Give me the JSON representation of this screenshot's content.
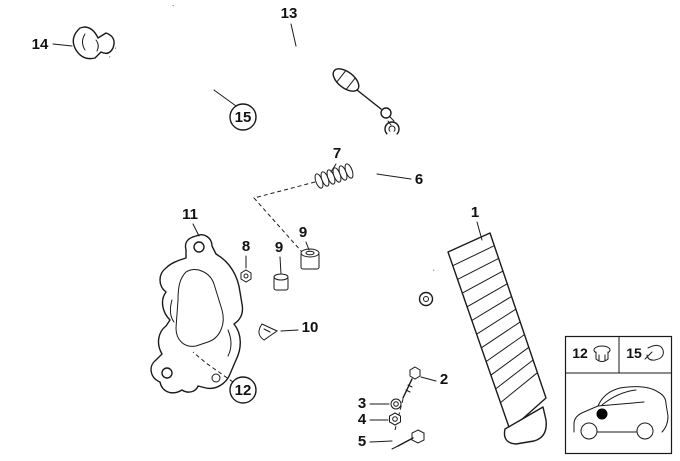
{
  "figure": {
    "background": "#ffffff",
    "line_color": "#1a1a1a",
    "callouts": {
      "cable_clip": "14",
      "cable": "13",
      "cable_circled": "15",
      "spring": "7",
      "lever": "6",
      "bracket": "11",
      "pedal": "1",
      "nut_small": "8",
      "bushing_a": "9",
      "bushing_b": "9",
      "pin": "10",
      "bracket_circled": "12",
      "bolt": "2",
      "washer": "3",
      "nut": "4",
      "stop_screw": "5"
    },
    "inset": {
      "grommet_label": "12",
      "clip_label": "15"
    }
  }
}
